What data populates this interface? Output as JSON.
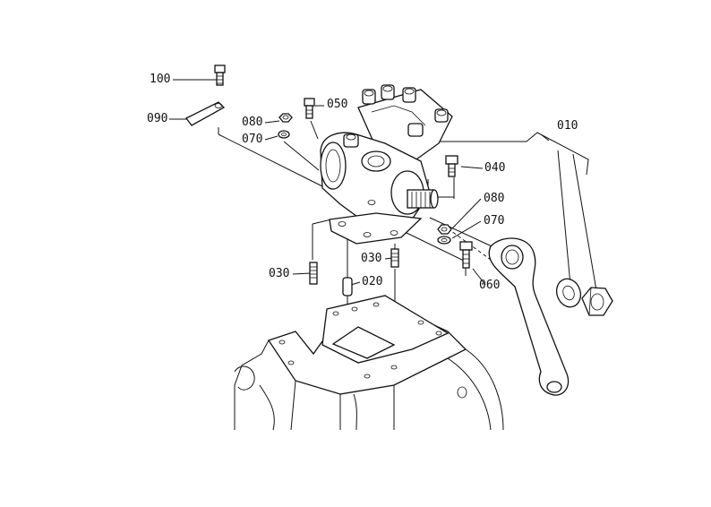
{
  "callouts": {
    "c100": "100",
    "c090": "090",
    "c080a": "080",
    "c070a": "070",
    "c050": "050",
    "c010": "010",
    "c040": "040",
    "c080b": "080",
    "c070b": "070",
    "c030a": "030",
    "c030b": "030",
    "c020": "020",
    "c060": "060"
  }
}
